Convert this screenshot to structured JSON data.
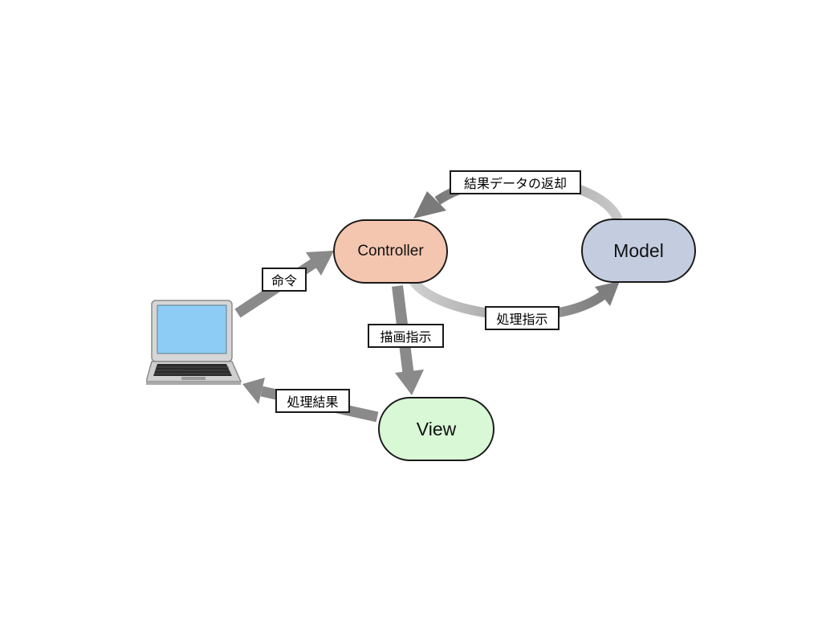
{
  "nodes": {
    "controller": "Controller",
    "model": "Model",
    "view": "View"
  },
  "edges": {
    "command": "命令",
    "return_result": "結果データの返却",
    "process_instruction": "処理指示",
    "draw_instruction": "描画指示",
    "process_result": "処理結果"
  },
  "colors": {
    "controller_fill": "#f4c6b0",
    "model_fill": "#c4cde0",
    "view_fill": "#d8f8d6",
    "arrow": "#8a8a8a",
    "laptop_screen": "#8dcdf5"
  },
  "icons": {
    "client": "laptop-icon"
  }
}
